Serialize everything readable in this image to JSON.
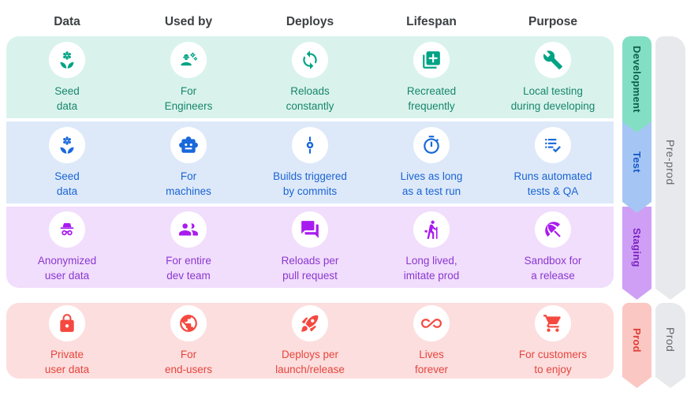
{
  "header": {
    "columns": [
      "Data",
      "Used by",
      "Deploys",
      "Lifespan",
      "Purpose"
    ]
  },
  "table": {
    "rows": [
      {
        "stage": "Development",
        "cells": [
          {
            "icon": "seed-icon",
            "label": "Seed\ndata"
          },
          {
            "icon": "engineering-icon",
            "label": "For\nEngineers"
          },
          {
            "icon": "sync-icon",
            "label": "Reloads\nconstantly"
          },
          {
            "icon": "library-add-icon",
            "label": "Recreated\nfrequently"
          },
          {
            "icon": "wrench-icon",
            "label": "Local testing\nduring developing"
          }
        ]
      },
      {
        "stage": "Test",
        "cells": [
          {
            "icon": "seed-icon",
            "label": "Seed\ndata"
          },
          {
            "icon": "robot-icon",
            "label": "For\nmachines"
          },
          {
            "icon": "commit-icon",
            "label": "Builds triggered\nby commits"
          },
          {
            "icon": "timer-icon",
            "label": "Lives as long\nas a test run"
          },
          {
            "icon": "checklist-icon",
            "label": "Runs automated\ntests & QA"
          }
        ]
      },
      {
        "stage": "Staging",
        "cells": [
          {
            "icon": "incognito-icon",
            "label": "Anonymized\nuser data"
          },
          {
            "icon": "group-icon",
            "label": "For entire\ndev team"
          },
          {
            "icon": "forum-icon",
            "label": "Reloads per\npull request"
          },
          {
            "icon": "hiking-icon",
            "label": "Long lived,\nimitate prod"
          },
          {
            "icon": "umbrella-icon",
            "label": "Sandbox for\na release"
          }
        ]
      },
      {
        "stage": "Prod",
        "cells": [
          {
            "icon": "lock-icon",
            "label": "Private\nuser data"
          },
          {
            "icon": "globe-icon",
            "label": "For\nend-users"
          },
          {
            "icon": "rocket-icon",
            "label": "Deploys per\nlaunch/release"
          },
          {
            "icon": "infinity-icon",
            "label": "Lives\nforever"
          },
          {
            "icon": "cart-icon",
            "label": "For customers\nto enjoy"
          }
        ]
      }
    ]
  },
  "stages": [
    {
      "label": "Development"
    },
    {
      "label": "Test"
    },
    {
      "label": "Staging"
    },
    {
      "label": "Prod"
    }
  ],
  "phases": [
    {
      "label": "Pre-prod"
    },
    {
      "label": "Prod"
    }
  ],
  "colors": {
    "development": {
      "bg": "#d9f3ec",
      "icon": "#00a385",
      "label": "#17866b",
      "ribbon_bg": "#83dfc3",
      "ribbon_text": "#0d5f4b"
    },
    "test": {
      "bg": "#dde9f9",
      "icon": "#1968db",
      "label": "#1b64d3",
      "ribbon_bg": "#a5c6f5",
      "ribbon_text": "#1758c7"
    },
    "staging": {
      "bg": "#f1ddfc",
      "icon": "#a81bf0",
      "label": "#8a38cf",
      "ribbon_bg": "#cf9ff5",
      "ribbon_text": "#7c23c2"
    },
    "prod": {
      "bg": "#fcdede",
      "icon": "#f5483f",
      "label": "#e7443d",
      "ribbon_bg": "#fac7c3",
      "ribbon_text": "#e33d37"
    },
    "neutral": {
      "ribbon_bg": "#e8e9ec",
      "ribbon_text": "#64676c"
    }
  }
}
